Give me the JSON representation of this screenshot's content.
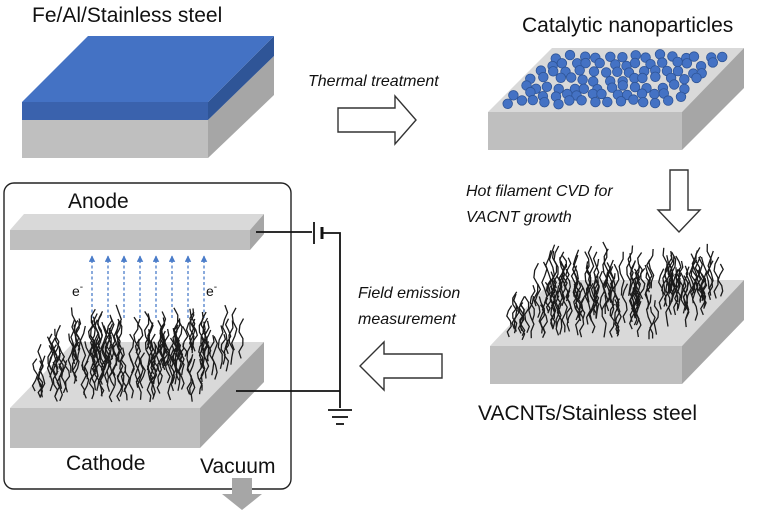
{
  "labels": {
    "substrate_title": "Fe/Al/Stainless steel",
    "catalyst_title": "Catalytic nanoparticles",
    "step1": "Thermal treatment",
    "step2_line1": "Hot filament CVD for",
    "step2_line2": "VACNT growth",
    "step3_line1": "Field emission",
    "step3_line2": "measurement",
    "vacnt_title": "VACNTs/Stainless steel",
    "anode": "Anode",
    "cathode": "Cathode",
    "vacuum": "Vacuum",
    "electron": "e",
    "electron_sup": "-"
  },
  "colors": {
    "steel_top": "#d9d9d9",
    "steel_front": "#bfbfbf",
    "steel_side": "#a6a6a6",
    "film_top": "#4472c4",
    "film_front": "#3a62ad",
    "film_side": "#2f5597",
    "particle": "#4472c4",
    "electron_arrow": "#4a7cc9",
    "vacuum_arrow": "#a6a6a6",
    "nanotube": "#1a1a1a"
  }
}
